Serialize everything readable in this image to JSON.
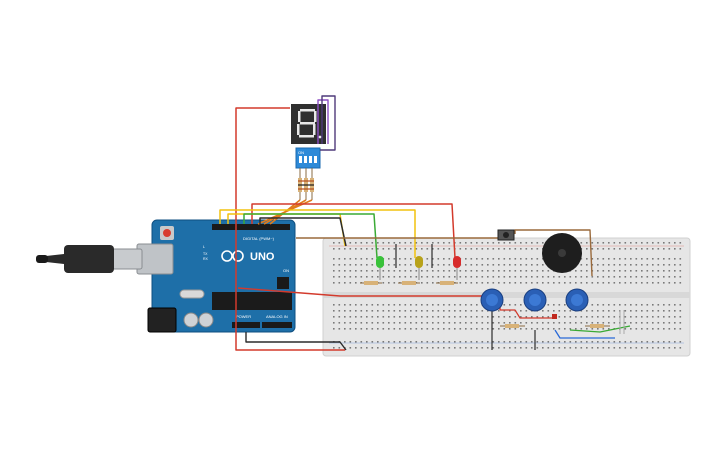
{
  "board": {
    "logo_text": "UNO",
    "digital_label": "DIGITAL (PWM~)",
    "power_label": "POWER",
    "analog_label": "ANALOG IN",
    "on_label": "ON",
    "tx_label": "TX",
    "rx_label": "RX",
    "l_label": "L"
  },
  "dip_switch": {
    "on_label": "ON",
    "numbers": [
      "1",
      "2",
      "3",
      "4"
    ]
  },
  "colors": {
    "arduino_blue": "#1e6fa8",
    "breadboard": "#e6e6e6",
    "wire_red": "#d33a2c",
    "wire_yellow": "#f2c20f",
    "wire_green": "#3aaa35",
    "wire_orange": "#e07b1c",
    "wire_purple": "#8d4fc4",
    "wire_brown": "#9a6a3c",
    "wire_black": "#2b2b2b",
    "wire_blue": "#2a6ad8",
    "led_green": "#39c23a",
    "led_yellow": "#b8a21a",
    "led_red": "#d72c2c",
    "pot_blue": "#2a5fb5",
    "display_body": "#2f2f2f",
    "display_segment_on": "#e8e8e8",
    "dip_body": "#2d8ad8"
  },
  "components": {
    "leds": [
      "green",
      "yellow",
      "red"
    ],
    "potentiometers": 3,
    "resistors": 10,
    "buzzer": 1,
    "pushbutton": 1,
    "seven_segment": 1,
    "dip_switch": 1,
    "usb_cable": 1
  }
}
